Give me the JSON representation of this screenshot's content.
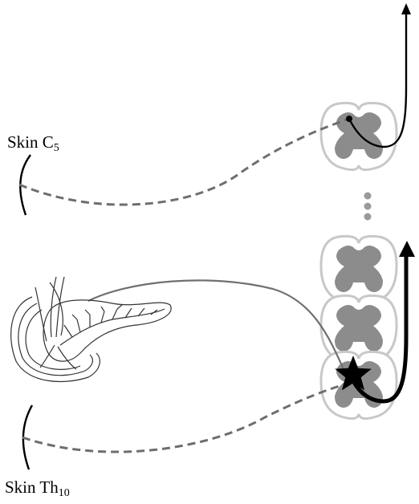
{
  "labels": {
    "skin_c5": {
      "main": "Skin C",
      "sub": "5"
    },
    "skin_th10": {
      "main": "Skin Th",
      "sub": "10"
    }
  },
  "colors": {
    "background": "#ffffff",
    "cord_outline": "#c8c8c8",
    "gray_matter": "#8c8c8c",
    "dashed_fiber": "#6e6e6e",
    "visceral_fiber": "#707070",
    "ascending_path": "#000000",
    "dots": "#9a9a9a"
  },
  "icons": [
    "spinal-cord-segment",
    "pancreas-illustration",
    "star-icon",
    "arrow-up-icon"
  ]
}
